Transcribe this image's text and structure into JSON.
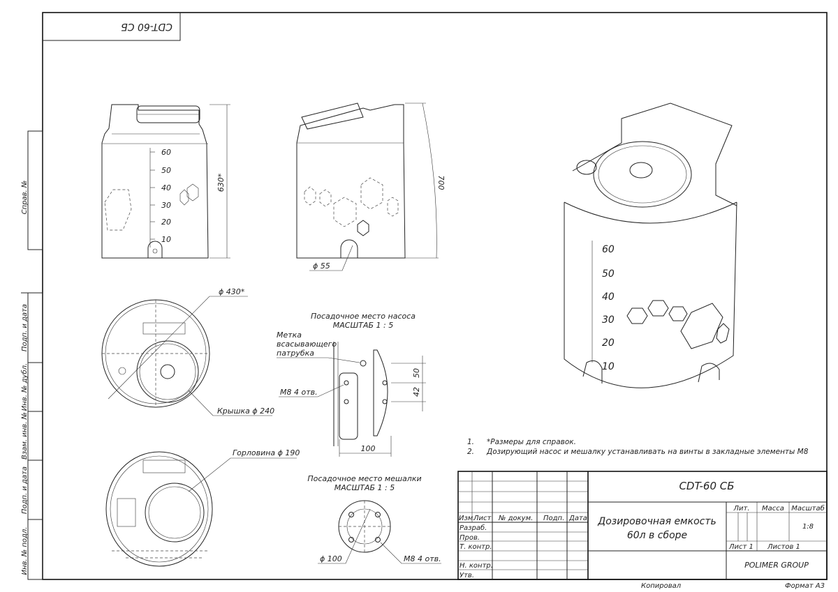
{
  "stamp_top": "CDT-60 СБ",
  "side_labels": {
    "sprav": "Справ. №",
    "podp_data1": "Подп. и дата",
    "inv_dubl": "Инв. № дубл.",
    "vzam_inv": "Взам. инв. №",
    "podp_data2": "Подп. и дата",
    "inv_podl": "Инв. № подл."
  },
  "front_view": {
    "height_dim": "630*",
    "scale_marks": [
      "60",
      "50",
      "40",
      "30",
      "20",
      "10"
    ]
  },
  "side_view": {
    "height_dim": "700",
    "neck_dim": "ϕ 55"
  },
  "top_view": {
    "diameter_dim": "ϕ 430*",
    "lid_label": "Крышка ϕ 240"
  },
  "bottom_view": {
    "neck_label": "Горловина ϕ 190"
  },
  "pump_seat": {
    "title": "Посадочное место насоса",
    "scale": "МАСШТАБ 1 : 5",
    "mark_label_1": "Метка",
    "mark_label_2": "всасывающего",
    "mark_label_3": "патрубка",
    "holes_label": "М8 4 отв.",
    "dim_50": "50",
    "dim_42": "42",
    "dim_100": "100"
  },
  "mixer_seat": {
    "title": "Посадочное место мешалки",
    "scale": "МАСШТАБ 1 : 5",
    "dia_label": "ϕ 100",
    "holes_label": "М8 4 отв."
  },
  "notes": [
    {
      "num": "1.",
      "text": "*Размеры для справок."
    },
    {
      "num": "2.",
      "text": "Дозирующий насос и мешалку устанавливать на винты в закладные элементы М8"
    }
  ],
  "title_block": {
    "designation": "CDT-60 СБ",
    "name_line1": "Дозировочная емкость",
    "name_line2": "60л в сборе",
    "col_izm": "Изм.",
    "col_list": "Лист",
    "col_doc": "№ докум.",
    "col_podp": "Подп.",
    "col_data": "Дата",
    "row_razrab": "Разраб.",
    "row_prov": "Пров.",
    "row_tkontr": "Т. контр.",
    "row_nkontr": "Н. контр.",
    "row_utv": "Утв.",
    "lit": "Лит.",
    "massa": "Масса",
    "masshtab": "Масштаб",
    "scale_value": "1:8",
    "sheet": "Лист 1",
    "sheets": "Листов 1",
    "company": "POLIMER GROUP"
  },
  "footer": {
    "copied": "Копировал",
    "format": "Формат А3"
  }
}
